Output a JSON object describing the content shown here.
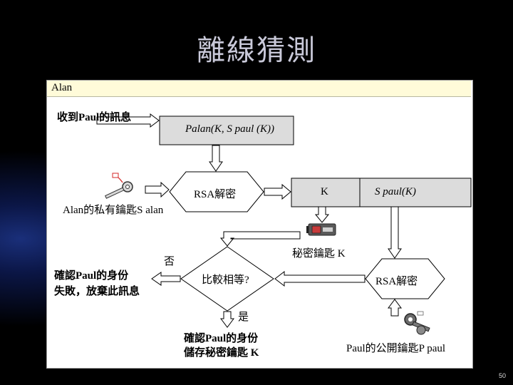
{
  "title": "離線猜測",
  "panel": {
    "header": "Alan",
    "receive_label": "收到Paul的訊息",
    "message_formula": "Palan(K, S paul (K))",
    "rsa_decrypt_left": "RSA解密",
    "k_cell": "K",
    "s_paul_cell": "S paul(K)",
    "alan_private_key": "Alan的私有鑰匙S alan",
    "secret_key_label": "秘密鑰匙 K",
    "no_label": "否",
    "fail_line1": "確認Paul的身份",
    "fail_line2": "失敗，放棄此訊息",
    "compare_label": "比較相等?",
    "rsa_decrypt_right": "RSA解密",
    "yes_label": "是",
    "success_line1": "確認Paul的身份",
    "success_line2": "儲存秘密鑰匙 K",
    "paul_public_key": "Paul的公開鑰匙P paul"
  },
  "icons": [
    "key-icon",
    "card-key-icon",
    "key-icon"
  ],
  "colors": {
    "box_fill": "#dcdcdc",
    "header_fill": "#fffbd9"
  },
  "page_number": "50"
}
